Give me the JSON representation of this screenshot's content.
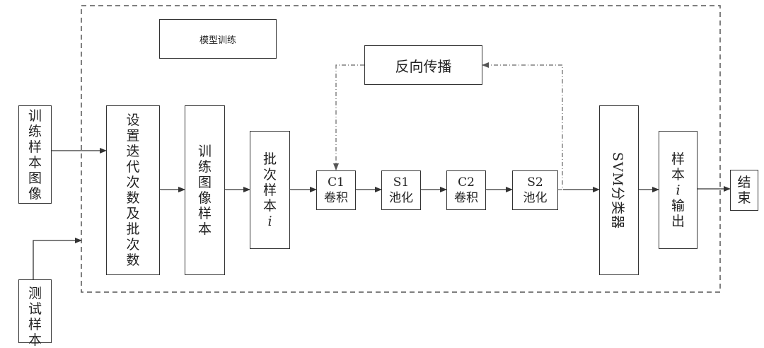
{
  "diagram": {
    "region_label": "模型训练",
    "backprop_label": "反向传播",
    "train_input_label": "训练样本图像",
    "test_input_label": "测试样本",
    "set_params_label": "设置迭代次数及批次数",
    "train_image_label": "训练图像样本",
    "batch_label": "批次样本",
    "batch_index": "i",
    "c1": {
      "name": "C1",
      "op": "卷积"
    },
    "s1": {
      "name": "S1",
      "op": "池化"
    },
    "c2": {
      "name": "C2",
      "op": "卷积"
    },
    "s2": {
      "name": "S2",
      "op": "池化"
    },
    "svm_label": "SVM分类器",
    "output_top": "样本",
    "output_index": "i",
    "output_bottom": "输出",
    "end_label": "结束"
  },
  "colors": {
    "line": "#333333",
    "dashed_region": "#555555",
    "feedback": "#666666"
  }
}
